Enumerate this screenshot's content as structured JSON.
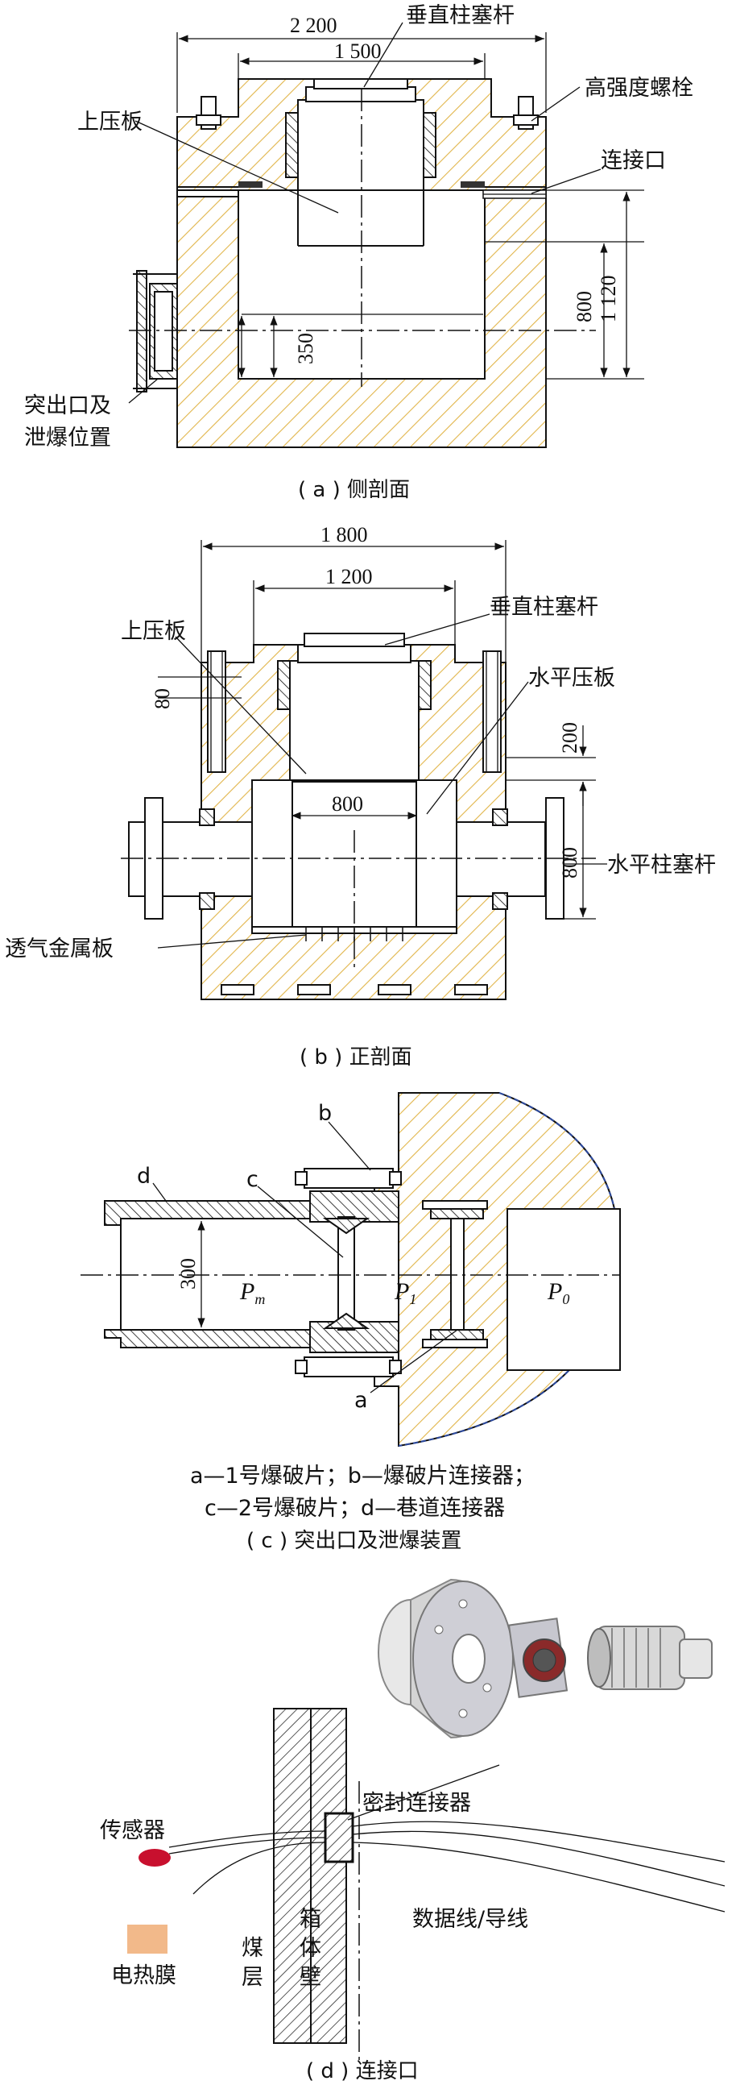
{
  "panel_a": {
    "caption": "( a ) 侧剖面",
    "labels": {
      "rod": "垂直柱塞杆",
      "bolt": "高强度螺栓",
      "plate": "上压板",
      "port": "连接口",
      "outlet_line1": "突出口及",
      "outlet_line2": "泄爆位置"
    },
    "dims": {
      "w_outer": "2 200",
      "w_inner": "1 500",
      "h_total": "1 120",
      "h_inner": "800",
      "h_low": "350"
    }
  },
  "panel_b": {
    "caption": "( b ) 正剖面",
    "labels": {
      "plate": "上压板",
      "rod": "垂直柱塞杆",
      "hplate": "水平压板",
      "hrod": "水平柱塞杆",
      "metal": "透气金属板"
    },
    "dims": {
      "w_outer": "1 800",
      "w_inner": "1 200",
      "w_mid": "800",
      "h_top": "200",
      "h_right": "800",
      "h_plate": "80"
    }
  },
  "panel_c": {
    "caption": "( c ) 突出口及泄爆装置",
    "labels": {
      "a": "a",
      "b": "b",
      "c": "c",
      "d": "d"
    },
    "dim": "300",
    "pressures": {
      "pm": "P",
      "pm_sub": "m",
      "p1": "P",
      "p1_sub": "1",
      "p0": "P",
      "p0_sub": "0"
    },
    "legend_line1": "a—1号爆破片；b—爆破片连接器；",
    "legend_line2": "c—2号爆破片；d—巷道连接器"
  },
  "panel_d": {
    "caption": "( d ) 连接口",
    "labels": {
      "connector": "密封连接器",
      "sensor": "传感器",
      "film": "电热膜",
      "cable": "数据线/导线",
      "coal_1": "煤",
      "coal_2": "层",
      "wall_1": "箱",
      "wall_2": "体",
      "wall_3": "壁"
    }
  },
  "colors": {
    "hatch": "#e1b54a",
    "line": "#111111",
    "sensor": "#c8102e",
    "film": "#f2b98a",
    "boundary": "#2c4aa0"
  }
}
